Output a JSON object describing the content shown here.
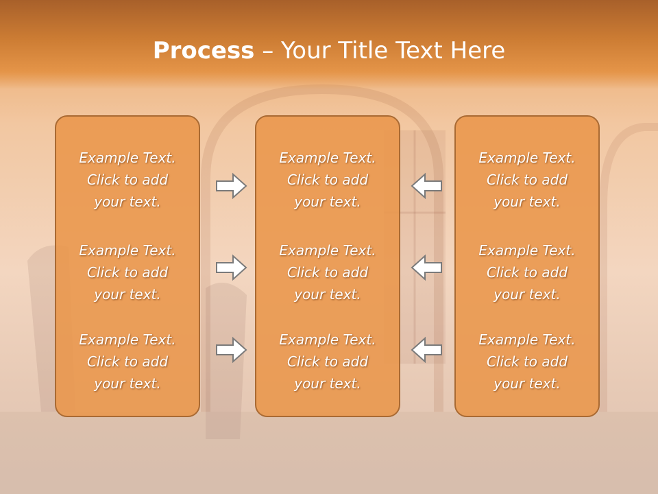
{
  "slide": {
    "title_bold": "Process",
    "title_rest": " – Your Title Text Here"
  },
  "columns": [
    {
      "blocks": [
        {
          "l1": "Example Text.",
          "l2": "Click  to add",
          "l3": "your text."
        },
        {
          "l1": "Example Text.",
          "l2": "Click  to add",
          "l3": "your text."
        },
        {
          "l1": "Example Text.",
          "l2": "Click  to add",
          "l3": "your text."
        }
      ]
    },
    {
      "blocks": [
        {
          "l1": "Example Text.",
          "l2": "Click  to add",
          "l3": "your text."
        },
        {
          "l1": "Example Text.",
          "l2": "Click  to add",
          "l3": "your text."
        },
        {
          "l1": "Example Text.",
          "l2": "Click  to add",
          "l3": "your text."
        }
      ]
    },
    {
      "blocks": [
        {
          "l1": "Example Text.",
          "l2": "Click  to add",
          "l3": "your text."
        },
        {
          "l1": "Example Text.",
          "l2": "Click  to add",
          "l3": "your text."
        },
        {
          "l1": "Example Text.",
          "l2": "Click  to add",
          "l3": "your text."
        }
      ]
    }
  ],
  "arrows": {
    "left_group": "right-arrow-icon",
    "right_group": "left-arrow-icon"
  },
  "colors": {
    "title_band": "#cd7d34",
    "box_fill": "#e9964b",
    "box_border": "#a96a33",
    "text": "#ffffff"
  }
}
